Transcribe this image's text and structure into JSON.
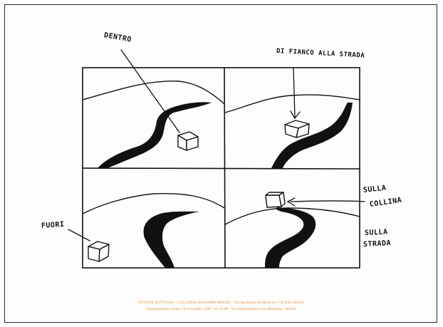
{
  "labels": {
    "dentro": "DENTRO",
    "fianco": "DI FIANCO ALLA STRADA",
    "collina_1": "SULLA",
    "collina_2": "COLLINA",
    "fuori": "FUORI",
    "strada_1": "SULLA",
    "strada_2": "STRADA"
  },
  "credits": {
    "line1": "ETTORE SOTTSASS · GALLERIA MASSIMO MININI · Via Apollonio 68 Brescia t +39 030 383034",
    "line2": "inaugurazione sabato 18 novembre 2007 ore 18.00 · in collaborazione con Metalogo, Milano"
  },
  "colors": {
    "ink": "#111111",
    "credit": "#e08a3a",
    "paper": "#fdfdfb"
  }
}
